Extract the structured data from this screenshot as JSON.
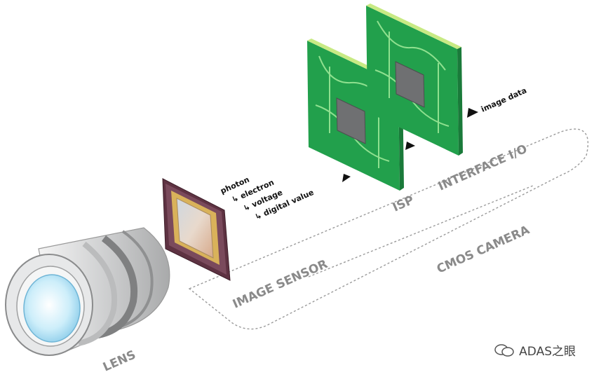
{
  "labels": {
    "lens": "LENS",
    "image_sensor": "IMAGE SENSOR",
    "isp": "ISP",
    "interface_io": "INTERFACE I/O",
    "cmos_camera": "CMOS CAMERA"
  },
  "conversion_chain": {
    "step1": "photon",
    "step2": "↳ electron",
    "step3": "↳ voltage",
    "step4": "↳ digital value"
  },
  "output_label": "image data",
  "watermark": "ADAS之眼",
  "colors": {
    "label_gray": "#8a8a8a",
    "pcb_green": "#2fb35a",
    "pcb_trace": "#8fe08f",
    "chip_gray": "#6f7072",
    "sensor_frame": "#6b3e4e",
    "lens_glass": "#bfe6f7",
    "lens_body": "#d9dadb"
  }
}
